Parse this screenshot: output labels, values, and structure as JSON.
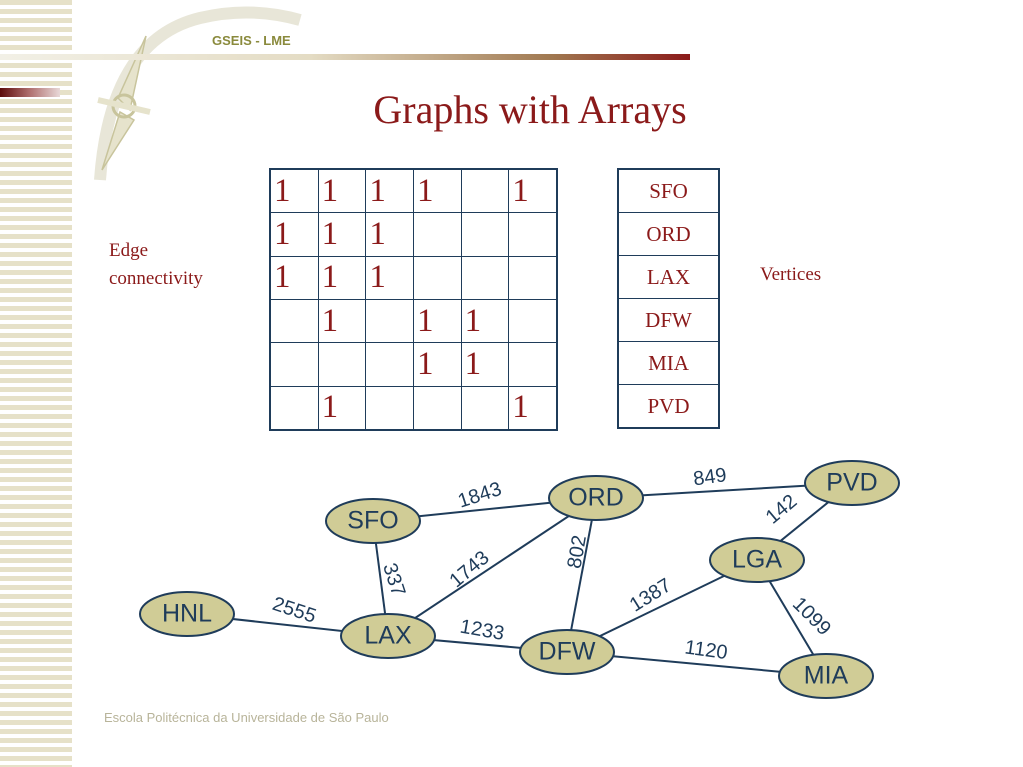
{
  "header": {
    "label": "GSEIS - LME"
  },
  "title": "Graphs with Arrays",
  "labels": {
    "edge": "Edge\nconnectivity",
    "vertices": "Vertices"
  },
  "matrix": [
    [
      "1",
      "1",
      "1",
      "1",
      "",
      "1"
    ],
    [
      "1",
      "1",
      "1",
      "",
      "",
      ""
    ],
    [
      "1",
      "1",
      "1",
      "",
      "",
      ""
    ],
    [
      "",
      "1",
      "",
      "1",
      "1",
      ""
    ],
    [
      "",
      "",
      "",
      "1",
      "1",
      ""
    ],
    [
      "",
      "1",
      "",
      "",
      "",
      "1"
    ]
  ],
  "vertex_list": [
    "SFO",
    "ORD",
    "LAX",
    "DFW",
    "MIA",
    "PVD"
  ],
  "graph": {
    "nodes": [
      {
        "id": "SFO",
        "label": "SFO"
      },
      {
        "id": "ORD",
        "label": "ORD"
      },
      {
        "id": "PVD",
        "label": "PVD"
      },
      {
        "id": "LGA",
        "label": "LGA"
      },
      {
        "id": "HNL",
        "label": "HNL"
      },
      {
        "id": "LAX",
        "label": "LAX"
      },
      {
        "id": "DFW",
        "label": "DFW"
      },
      {
        "id": "MIA",
        "label": "MIA"
      }
    ],
    "edges": [
      {
        "from": "SFO",
        "to": "ORD",
        "weight": "1843"
      },
      {
        "from": "ORD",
        "to": "PVD",
        "weight": "849"
      },
      {
        "from": "LGA",
        "to": "PVD",
        "weight": "142"
      },
      {
        "from": "SFO",
        "to": "LAX",
        "weight": "337"
      },
      {
        "from": "LAX",
        "to": "ORD",
        "weight": "1743"
      },
      {
        "from": "ORD",
        "to": "DFW",
        "weight": "802"
      },
      {
        "from": "DFW",
        "to": "LGA",
        "weight": "1387"
      },
      {
        "from": "LGA",
        "to": "MIA",
        "weight": "1099"
      },
      {
        "from": "HNL",
        "to": "LAX",
        "weight": "2555"
      },
      {
        "from": "LAX",
        "to": "DFW",
        "weight": "1233"
      },
      {
        "from": "DFW",
        "to": "MIA",
        "weight": "1120"
      }
    ]
  },
  "colors": {
    "title": "#8b1a1a",
    "node_fill": "#d0cc96",
    "edge": "#1f3c5a",
    "text": "#1f3c5a"
  },
  "footer": "Escola Politécnica da Universidade de São Paulo"
}
